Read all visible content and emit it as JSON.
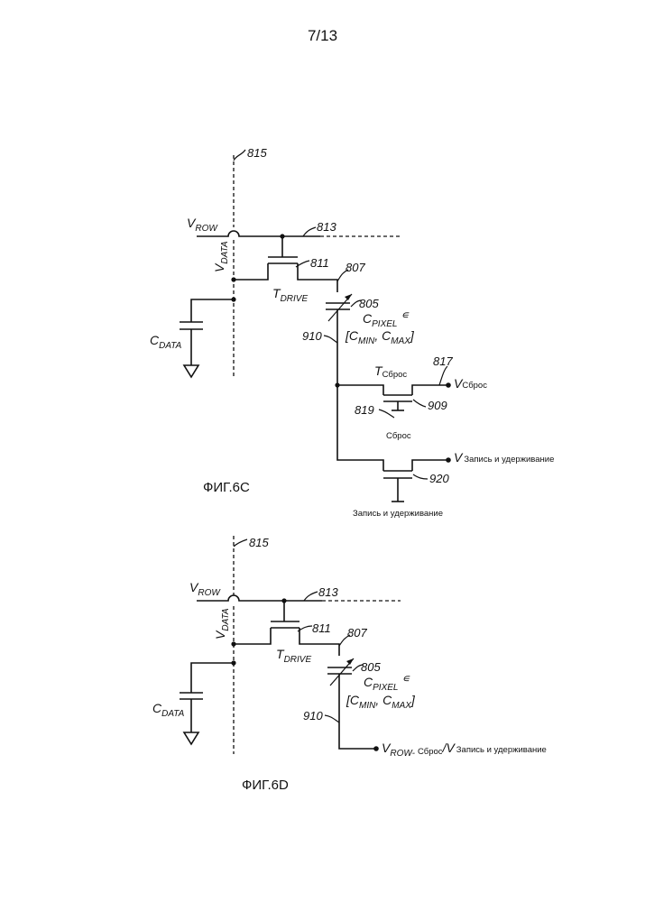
{
  "page_number": "7/13",
  "fig_c": {
    "caption": "ФИГ.6С",
    "ref_815": "815",
    "ref_813": "813",
    "ref_811": "811",
    "ref_807": "807",
    "ref_805": "805",
    "ref_910": "910",
    "ref_817": "817",
    "ref_909": "909",
    "ref_819": "819",
    "ref_920": "920",
    "v_row": "V",
    "v_row_sub": "ROW",
    "v_data": "V",
    "v_data_sub": "DATA",
    "t_drive": "T",
    "t_drive_sub": "DRIVE",
    "c_data": "C",
    "c_data_sub": "DATA",
    "c_pixel": "C",
    "c_pixel_sub": "PIXEL",
    "in_symbol": "∊",
    "c_range_open": "[C",
    "c_min_sub": "MIN",
    "c_range_mid": ", C",
    "c_max_sub": "MAX",
    "c_range_close": "]",
    "t_reset": "T",
    "t_reset_sub": "Сброс",
    "v_reset": "V",
    "v_reset_sub": "Сброс",
    "reset_gate_label": "Сброс",
    "v_write": "V",
    "v_write_sub": "Запись и удерживание",
    "write_gate_label": "Запись и удерживание"
  },
  "fig_d": {
    "caption": "ФИГ.6D",
    "ref_815": "815",
    "ref_813": "813",
    "ref_811": "811",
    "ref_807": "807",
    "ref_805": "805",
    "ref_910": "910",
    "v_row": "V",
    "v_row_sub": "ROW",
    "v_data": "V",
    "v_data_sub": "DATA",
    "t_drive": "T",
    "t_drive_sub": "DRIVE",
    "c_data": "C",
    "c_data_sub": "DATA",
    "c_pixel": "C",
    "c_pixel_sub": "PIXEL",
    "in_symbol": "∊",
    "c_range_open": "[C",
    "c_min_sub": "MIN",
    "c_range_mid": ", C",
    "c_max_sub": "MAX",
    "c_range_close": "]",
    "out_v": "V",
    "out_row_sub": "ROW-",
    "out_reset": "Сброс",
    "out_slash": "/",
    "out_v2": "V",
    "out_write_sub": "Запись и удерживание"
  }
}
